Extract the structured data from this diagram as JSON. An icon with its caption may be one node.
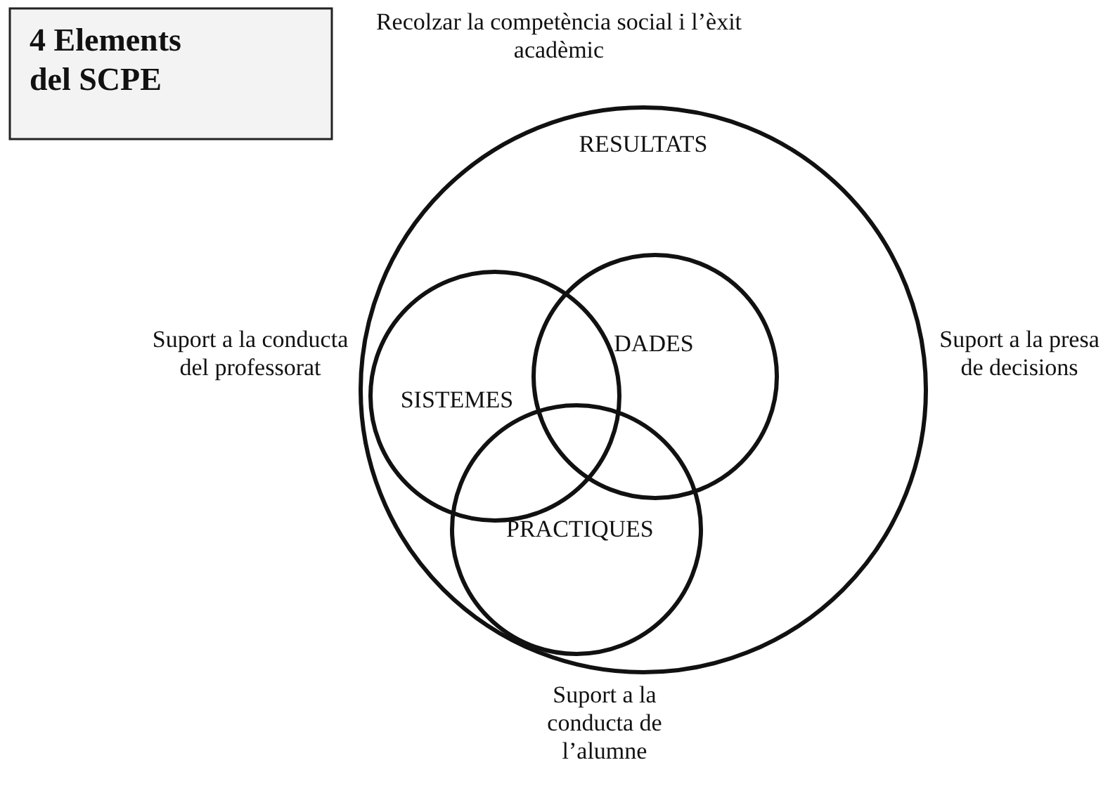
{
  "diagram": {
    "nodes": [
      {
        "text": [
          "4 Elements del SCPE"
        ]
      },
      {
        "text": [
          "RESULTATS"
        ]
      },
      {
        "text": [
          "SISTEMES"
        ],
        "in": 1
      },
      {
        "text": [
          "DADES"
        ],
        "in": 1
      },
      {
        "text": [
          "PRACTIQUES"
        ],
        "in": 1
      }
    ],
    "edges": [],
    "labels": [
      "Recolzar la competència social i l’èxit acadèmic",
      "Suport a la conducta del professorat",
      "Suport a la presa de decisions",
      "Suport a la conducta de l’alumne"
    ]
  }
}
